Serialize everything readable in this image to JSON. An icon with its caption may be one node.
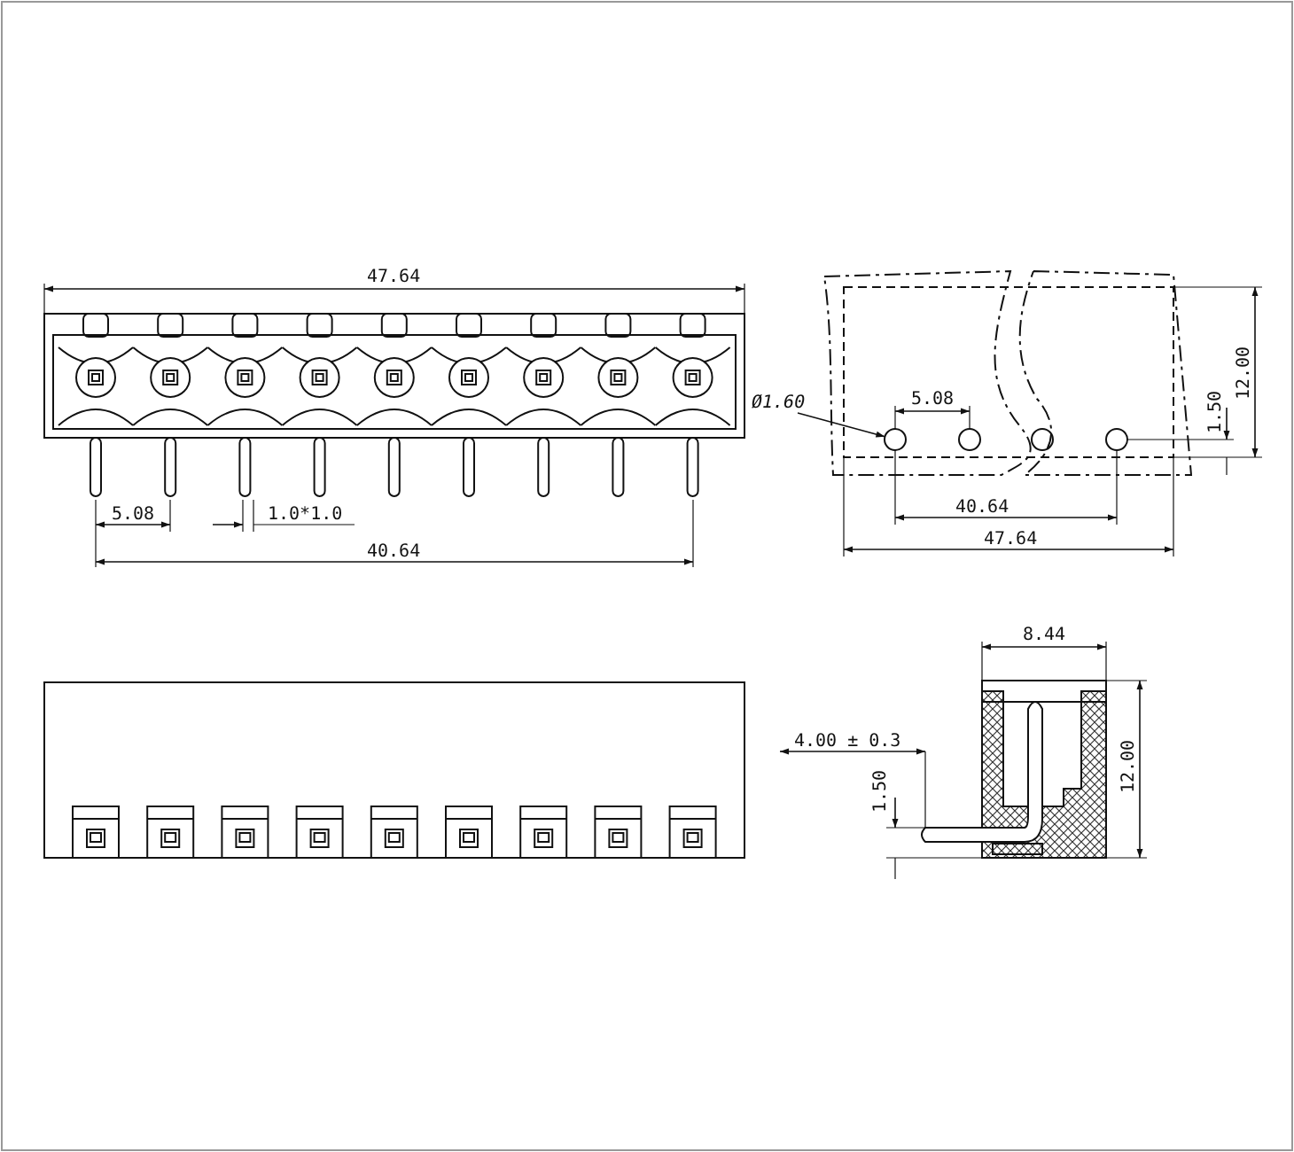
{
  "diagram": {
    "nodes": [
      {
        "text": [
          "Ø1.60"
        ]
      },
      {
        "text": [],
        "shape": "circle"
      }
    ],
    "edges": [
      {
        "from": 0,
        "to": 1,
        "arrow": "to"
      }
    ],
    "labels": [
      "47.64",
      "5.08",
      "1.50",
      "12.00",
      "5.08",
      "1.0*1.0",
      "40.64",
      "40.64",
      "47.64",
      "8.44",
      "4.00 ± 0.3",
      "12.00",
      "1.50"
    ]
  }
}
